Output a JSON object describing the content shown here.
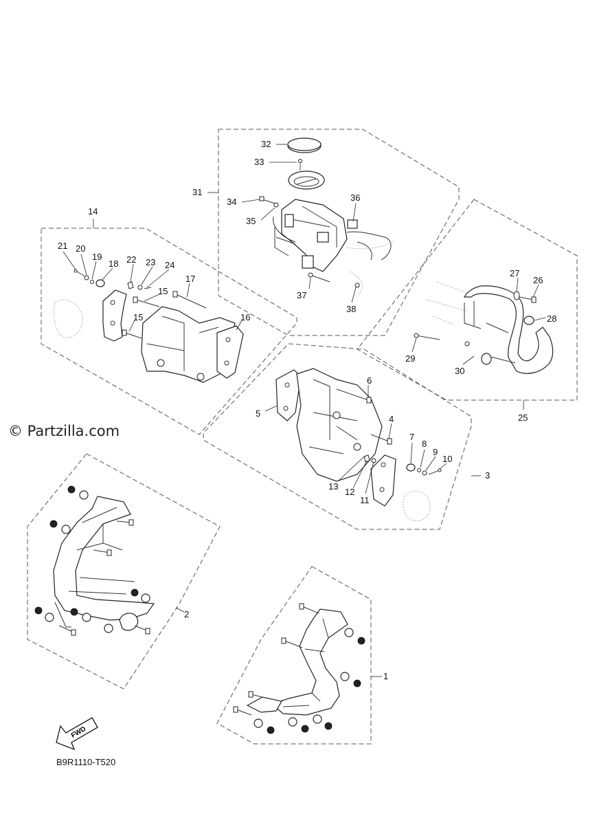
{
  "watermark": "© Partzilla.com",
  "diagram_code": "B9R1110-T520",
  "fwd_label": "FWD",
  "callouts": {
    "c1": "1",
    "c2": "2",
    "c3": "3",
    "c4": "4",
    "c5": "5",
    "c6": "6",
    "c7": "7",
    "c8": "8",
    "c9": "9",
    "c10": "10",
    "c11": "11",
    "c12": "12",
    "c13": "13",
    "c14": "14",
    "c15a": "15",
    "c15b": "15",
    "c16": "16",
    "c17": "17",
    "c18": "18",
    "c19": "19",
    "c20": "20",
    "c21": "21",
    "c22": "22",
    "c23": "23",
    "c24": "24",
    "c25": "25",
    "c26": "26",
    "c27": "27",
    "c28": "28",
    "c29": "29",
    "c30": "30",
    "c31": "31",
    "c32": "32",
    "c33": "33",
    "c34": "34",
    "c35": "35",
    "c36": "36",
    "c37": "37",
    "c38": "38"
  }
}
